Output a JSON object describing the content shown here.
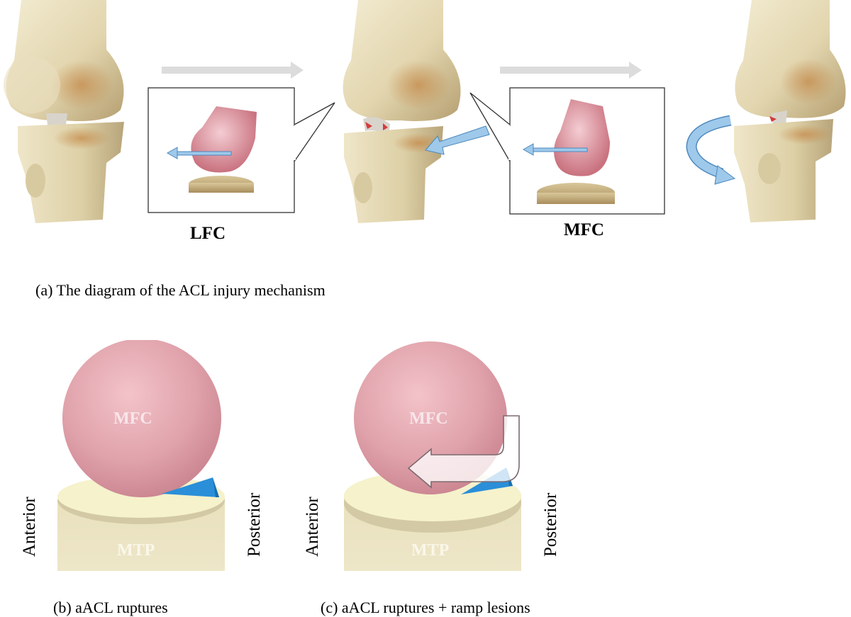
{
  "panel_a": {
    "zoom_label_left": "LFC",
    "zoom_label_right": "MFC",
    "caption": "(a) The diagram of the ACL injury mechanism"
  },
  "panel_b": {
    "condyle_label": "MFC",
    "plateau_label": "MTP",
    "anterior_label": "Anterior",
    "posterior_label": "Posterior",
    "caption": "(b) aACL ruptures"
  },
  "panel_c": {
    "condyle_label": "MFC",
    "plateau_label": "MTP",
    "anterior_label": "Anterior",
    "posterior_label": "Posterior",
    "caption": "(c) aACL ruptures + ramp lesions"
  },
  "colors": {
    "bone": "#e6dcbc",
    "bone_shadow": "#b8a57a",
    "condyle_pink": "#d9909a",
    "plateau": "#f2efc4",
    "plateau_block": "#ebe4bf",
    "meniscus_blue": "#2a8fd8",
    "arrow_blue": "#9ec9ea",
    "arrow_grey": "#dcdcdc"
  }
}
